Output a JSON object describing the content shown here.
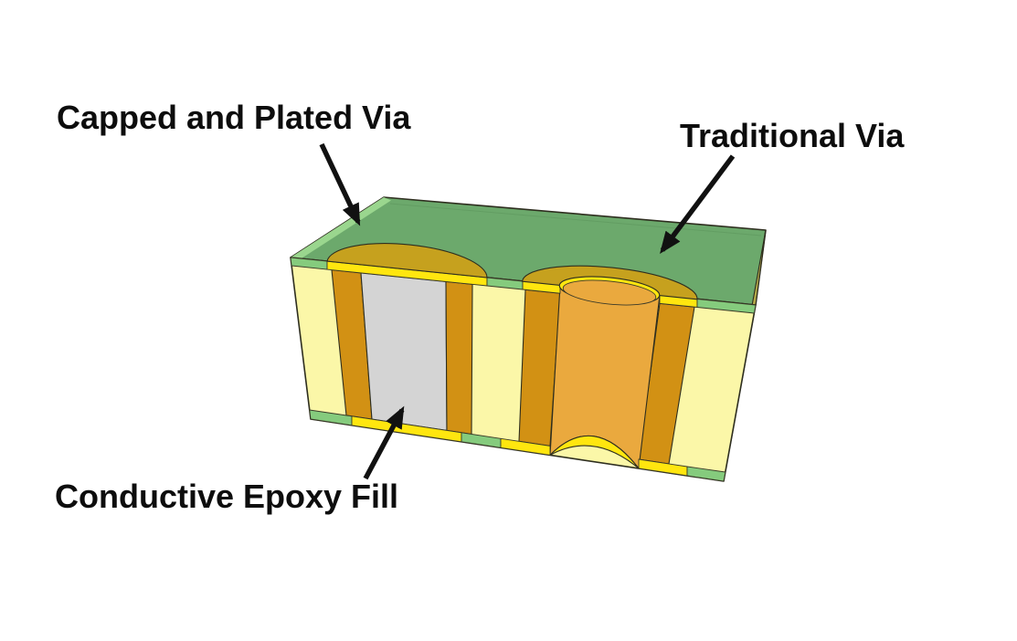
{
  "labels": {
    "capped_via": "Capped and Plated Via",
    "traditional_via": "Traditional Via",
    "epoxy_fill": "Conductive Epoxy Fill"
  },
  "colors": {
    "background": "#ffffff",
    "text": "#0d0d0d",
    "arrow": "#111111",
    "solder_mask_top": "#6CA96C",
    "solder_mask_edge": "#85CB7D",
    "solder_mask_sliver": "#9AD68E",
    "laminate": "#FBF7A8",
    "laminate_side": "#B5AB4A",
    "copper_plating": "#D29114",
    "pad_gold": "#C6A11E",
    "pad_yellow": "#FFE60F",
    "barrel_orange": "#EAA93E",
    "epoxy_gray": "#D4D4D4"
  }
}
